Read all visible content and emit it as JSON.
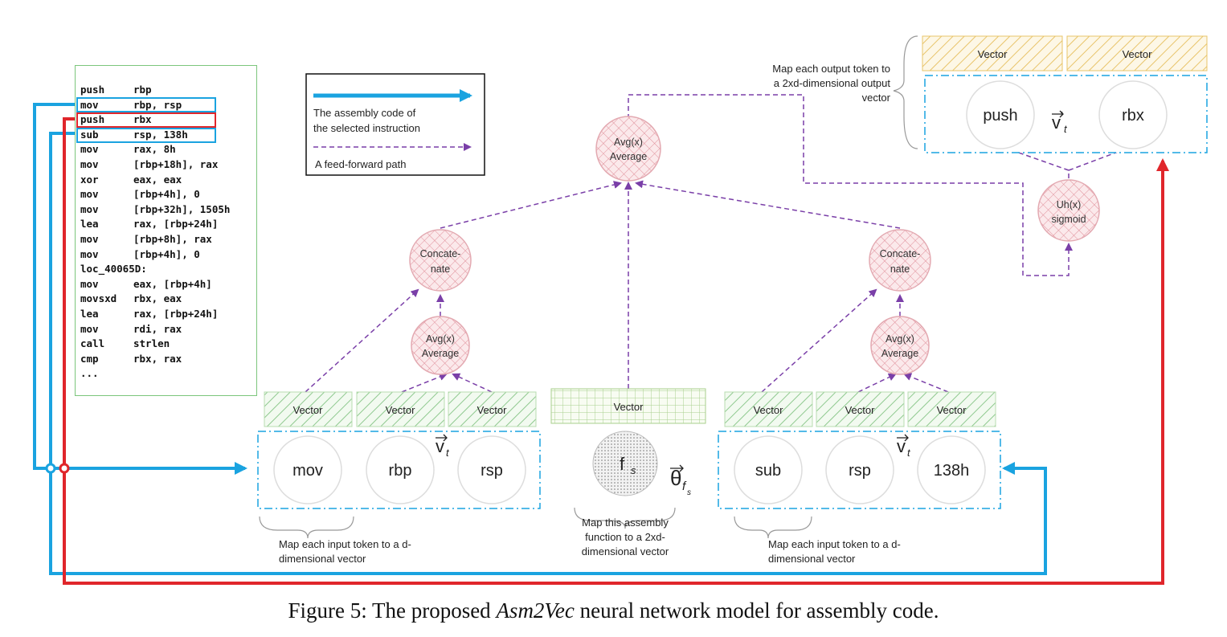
{
  "code_panel": {
    "lines": [
      {
        "op": "push",
        "args": "rbp"
      },
      {
        "op": "mov",
        "args": "rbp, rsp"
      },
      {
        "op": "push",
        "args": "rbx"
      },
      {
        "op": "sub",
        "args": "rsp, 138h"
      },
      {
        "op": "mov",
        "args": "rax, 8h"
      },
      {
        "op": "mov",
        "args": "[rbp+18h], rax"
      },
      {
        "op": "xor",
        "args": "eax, eax"
      },
      {
        "op": "mov",
        "args": "[rbp+4h], 0"
      },
      {
        "op": "mov",
        "args": "[rbp+32h], 1505h"
      },
      {
        "op": "lea",
        "args": "rax, [rbp+24h]"
      },
      {
        "op": "mov",
        "args": "[rbp+8h], rax"
      },
      {
        "op": "mov",
        "args": "[rbp+4h], 0"
      },
      {
        "op": "loc_40065D:",
        "args": ""
      },
      {
        "op": "mov",
        "args": "eax, [rbp+4h]"
      },
      {
        "op": "movsxd",
        "args": "rbx, eax"
      },
      {
        "op": "lea",
        "args": "rax, [rbp+24h]"
      },
      {
        "op": "mov",
        "args": "rdi, rax"
      },
      {
        "op": "call",
        "args": "strlen"
      },
      {
        "op": "cmp",
        "args": "rbx, rax"
      },
      {
        "op": "...",
        "args": ""
      }
    ]
  },
  "legend": {
    "blue_label_1": "The assembly code of",
    "blue_label_2": "the selected instruction",
    "purple_label": "A  feed-forward path"
  },
  "vector_label": "Vector",
  "left_group": {
    "tokens": [
      "mov",
      "rbp",
      "rsp"
    ],
    "concat_1": "Concate-",
    "concat_2": "nate",
    "avg_1": "Avg(x)",
    "avg_2": "Average",
    "note_1": "Map each input token to a d-",
    "note_2": "dimensional vector"
  },
  "middle": {
    "function_token": "f",
    "function_sub": "s",
    "theta": "θ",
    "theta_sub": "f",
    "theta_sub2": "s",
    "note_1": "Map this assembly",
    "note_2": "function to a 2xd-",
    "note_3": "dimensional vector"
  },
  "right_group": {
    "tokens": [
      "sub",
      "rsp",
      "138h"
    ],
    "concat_1": "Concate-",
    "concat_2": "nate",
    "avg_1": "Avg(x)",
    "avg_2": "Average",
    "note_1": "Map each input token to a d-",
    "note_2": "dimensional vector"
  },
  "top_avg": {
    "line_1": "Avg(x)",
    "line_2": "Average"
  },
  "vt_symbol": "v",
  "vt_sub": "t",
  "output": {
    "tokens": [
      "push",
      "rbx"
    ],
    "vt_prime": "v",
    "vt_prime_mark": "'",
    "vt_prime_sub": "t",
    "uh_1": "Uh(x)",
    "uh_2": "sigmoid",
    "note_1": "Map each output token to",
    "note_2": "a 2xd-dimensional output",
    "note_3": "vector"
  },
  "caption": {
    "prefix": "Figure 5: The proposed ",
    "model": "Asm2Vec",
    "suffix": " neural network model for assembly code."
  },
  "colors": {
    "blue": "#1aa3e0",
    "red": "#e0262b",
    "purple": "#7a3fa8",
    "node_pink": "#f3d2d6",
    "hatch_green": "#8fc98f",
    "hatch_yellow": "#e8c46a",
    "code_border": "#7cc67c"
  }
}
